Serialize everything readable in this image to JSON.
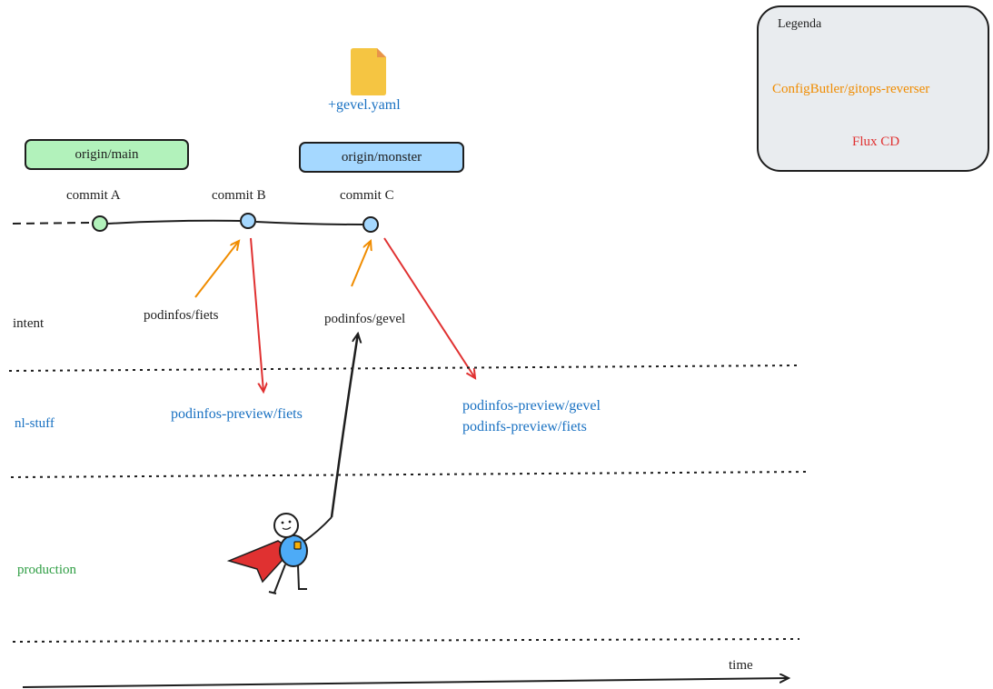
{
  "legend": {
    "title": "Legenda",
    "entries": [
      {
        "label": "ConfigButler/gitops-reverser",
        "color": "#f08c00"
      },
      {
        "label": "Flux CD",
        "color": "#e03131"
      }
    ]
  },
  "file": {
    "label": "+gevel.yaml",
    "icon": "file-icon",
    "color": "#f5c542"
  },
  "branches": [
    {
      "label": "origin/main",
      "color": "#b2f2bb"
    },
    {
      "label": "origin/monster",
      "color": "#a5d8ff"
    }
  ],
  "commits": [
    {
      "label": "commit A",
      "color": "#b2f2bb"
    },
    {
      "label": "commit B",
      "color": "#a5d8ff"
    },
    {
      "label": "commit C",
      "color": "#a5d8ff"
    }
  ],
  "lanes": [
    {
      "label": "intent",
      "color": "#1e1e1e"
    },
    {
      "label": "nl-stuff",
      "color": "#1971c2"
    },
    {
      "label": "production",
      "color": "#2f9e44"
    }
  ],
  "sources": [
    {
      "label": "podinfos/fiets"
    },
    {
      "label": "podinfos/gevel"
    }
  ],
  "targets": [
    {
      "label": "podinfos-preview/fiets"
    },
    {
      "label": "podinfos-preview/gevel"
    },
    {
      "label": "podinfs-preview/fiets"
    }
  ],
  "axis": {
    "label": "time"
  },
  "colors": {
    "orange_arrow": "#f08c00",
    "red_arrow": "#e03131",
    "stroke": "#1e1e1e"
  }
}
